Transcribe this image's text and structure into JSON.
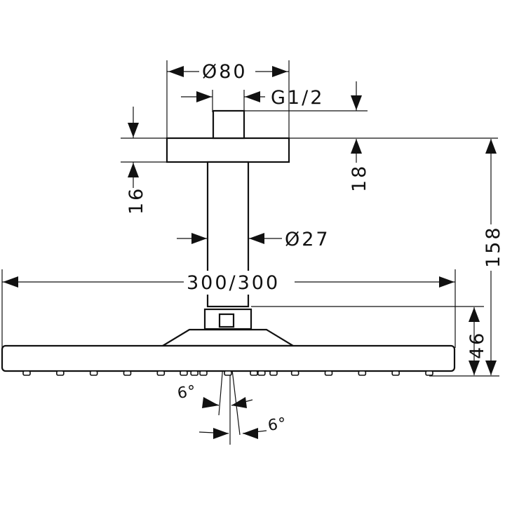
{
  "dimensions": {
    "flange_diameter": "Ø80",
    "thread": "G1/2",
    "flange_height": "18",
    "arm_offset": "16",
    "arm_diameter": "Ø27",
    "head_size": "300/300",
    "overall_height": "158",
    "head_height": "46",
    "angle_left": "6°",
    "angle_right": "6°"
  },
  "nozzle_rows": 13
}
